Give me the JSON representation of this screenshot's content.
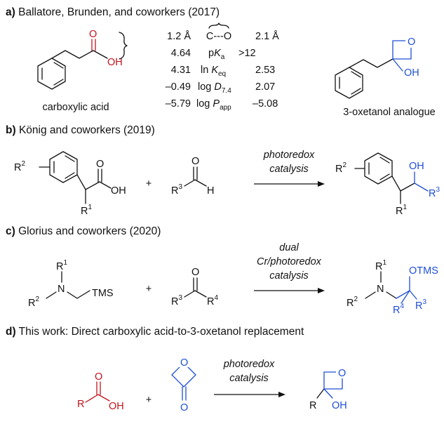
{
  "sections": {
    "a": {
      "letter": "a)",
      "title": "Ballatore, Brunden, and coworkers (2017)",
      "left_caption": "carboxylic acid",
      "right_caption": "3-oxetanol analogue",
      "acid_O": "O",
      "acid_OH": "OH",
      "oxetane_O": "O",
      "oxetanol_OH": "OH",
      "table": {
        "rows": [
          {
            "left": "1.2 Å",
            "mid": "C---O",
            "right": "2.1 Å"
          },
          {
            "left": "4.64",
            "mid_a": "p",
            "mid_b": "K",
            "mid_sub": "a",
            "right": ">12"
          },
          {
            "left": "4.31",
            "mid_a": "ln ",
            "mid_b": "K",
            "mid_sub": "eq",
            "right": "2.53"
          },
          {
            "left": "–0.49",
            "mid_a": "log ",
            "mid_b": "D",
            "mid_sub": "7.4",
            "right": "2.07"
          },
          {
            "left": "–5.79",
            "mid_a": "log ",
            "mid_b": "P",
            "mid_sub": "app",
            "right": "–5.08"
          }
        ]
      }
    },
    "b": {
      "letter": "b)",
      "title": "König and coworkers (2019)",
      "r2": "R",
      "r2_sup": "2",
      "r1": "R",
      "r1_sup": "1",
      "acid_O": "O",
      "acid_OH": "OH",
      "plus": "+",
      "ald_O": "O",
      "ald_R": "R",
      "ald_R_sup": "3",
      "ald_H": "H",
      "arrow_line1": "photoredox",
      "arrow_line2": "catalysis",
      "prod_OH": "OH",
      "prod_R3": "R",
      "prod_R3_sup": "3",
      "prod_R2": "R",
      "prod_R2_sup": "2",
      "prod_R1": "R",
      "prod_R1_sup": "1"
    },
    "c": {
      "letter": "c)",
      "title": "Glorius and coworkers (2020)",
      "r1": "R",
      "r1_sup": "1",
      "r2": "R",
      "r2_sup": "2",
      "N": "N",
      "tms": "TMS",
      "plus": "+",
      "ket_O": "O",
      "ket_R3": "R",
      "ket_R3_sup": "3",
      "ket_R4": "R",
      "ket_R4_sup": "4",
      "arrow_line1": "dual",
      "arrow_line2": "Cr/photoredox",
      "arrow_line3": "catalysis",
      "prod_R1": "R",
      "prod_R1_sup": "1",
      "prod_R2": "R",
      "prod_R2_sup": "2",
      "prod_N": "N",
      "prod_OTMS": "OTMS",
      "prod_R4": "R",
      "prod_R4_sup": "4",
      "prod_R3": "R",
      "prod_R3_sup": "3"
    },
    "d": {
      "letter": "d)",
      "title": "This work: Direct carboxylic acid-to-3-oxetanol replacement",
      "acid_R": "R",
      "acid_O": "O",
      "acid_OH": "OH",
      "plus": "+",
      "oxetanone_O_top": "O",
      "oxetanone_O_bottom": "O",
      "arrow_line1": "photoredox",
      "arrow_line2": "catalysis",
      "prod_O": "O",
      "prod_R": "R",
      "prod_OH": "OH"
    }
  }
}
